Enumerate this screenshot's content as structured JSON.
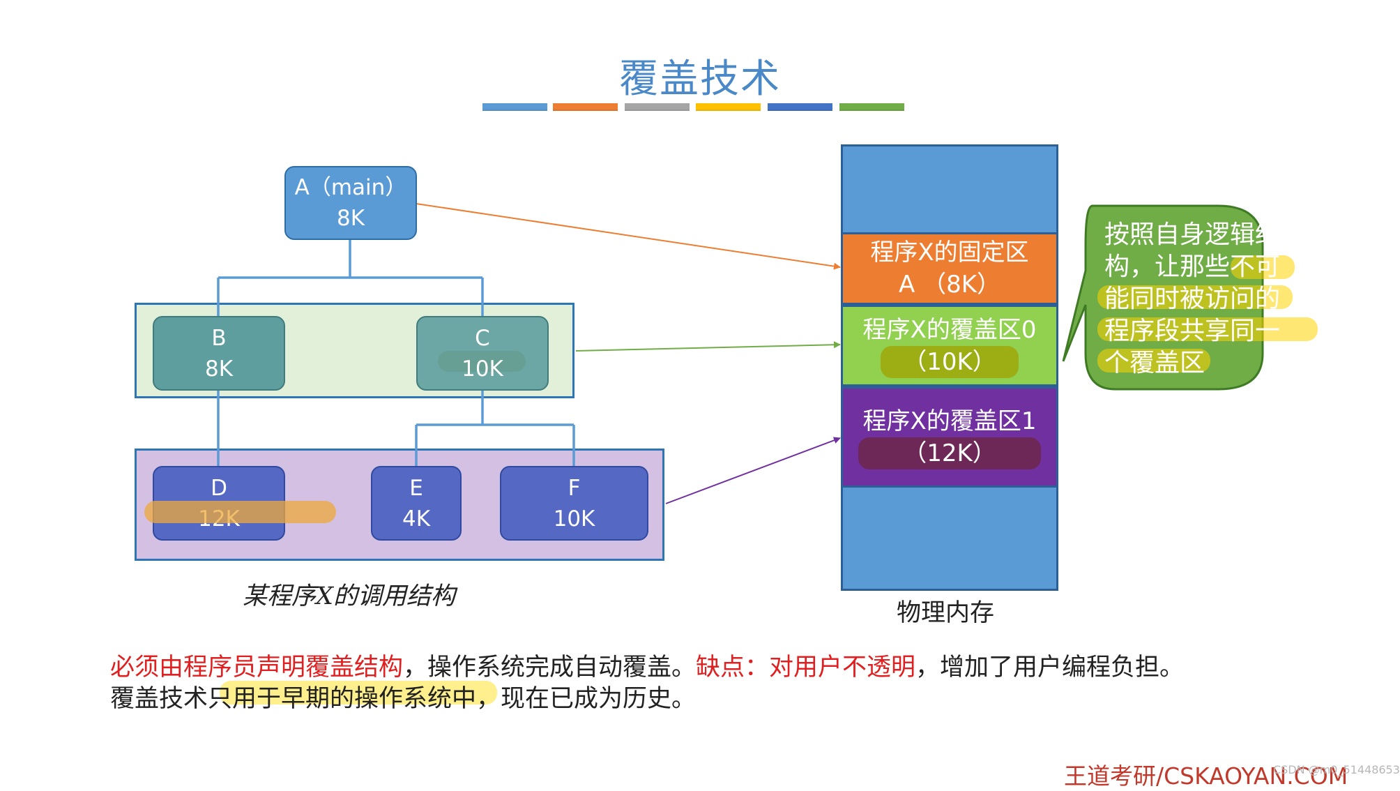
{
  "title": "覆盖技术",
  "title_color": "#4a88c7",
  "stripes": [
    "#5b9bd5",
    "#ed7d31",
    "#a5a5a5",
    "#ffc000",
    "#4472c4",
    "#70ad47"
  ],
  "tree": {
    "caption": "某程序X的调用结构",
    "nodes": {
      "A": {
        "name": "A（main）",
        "size": "8K"
      },
      "B": {
        "name": "B",
        "size": "8K"
      },
      "C": {
        "name": "C",
        "size": "10K"
      },
      "D": {
        "name": "D",
        "size": "12K"
      },
      "E": {
        "name": "E",
        "size": "4K"
      },
      "F": {
        "name": "F",
        "size": "10K"
      }
    }
  },
  "memory": {
    "caption": "物理内存",
    "fixed": {
      "line1": "程序X的固定区",
      "line2": "A （8K）"
    },
    "overlay0": {
      "line1": "程序X的覆盖区0",
      "line2": "（10K）"
    },
    "overlay1": {
      "line1": "程序X的覆盖区1",
      "line2": "（12K）"
    }
  },
  "callout": {
    "line1": "按照自身逻辑结",
    "line2": "构，让那些不可",
    "line3": "能同时被访问的",
    "line4": "程序段共享同一",
    "line5": "个覆盖区"
  },
  "notes": {
    "line1_red1": "必须由程序员声明覆盖结构",
    "line1_black1": "，操作系统完成自动覆盖。",
    "line1_red2": "缺点：对用户不透明",
    "line1_black2": "，增加了用户编程负担。",
    "line2": "覆盖技术只用于早期的操作系统中，现在已成为历史。"
  },
  "brand": "王道考研/CSKAOYAN.COM",
  "watermark": "CSDN @m0_51448653"
}
